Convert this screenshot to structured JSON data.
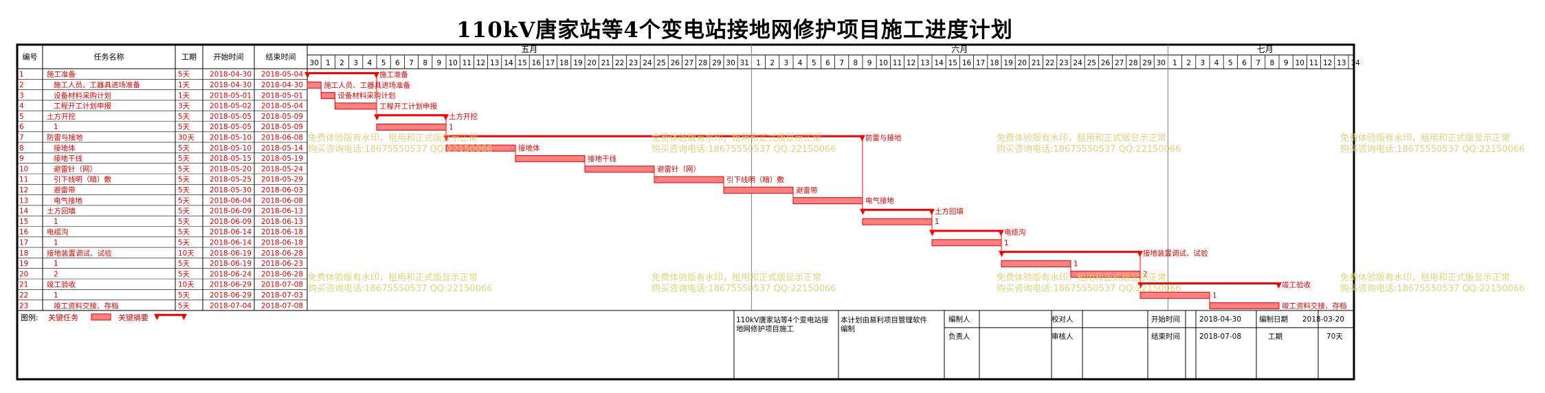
{
  "title": "110kV唐家站等4个变电站接地网修护项目施工进度计划",
  "headers": {
    "no": "编号",
    "name": "任务名称",
    "dur": "工期",
    "start": "开始时间",
    "end": "结束时间"
  },
  "months": [
    {
      "label": "五月",
      "days": [
        30,
        1,
        2,
        3,
        4,
        5,
        6,
        7,
        8,
        9,
        10,
        11,
        12,
        13,
        14,
        15,
        16,
        17,
        18,
        19,
        20,
        21,
        22,
        23,
        24,
        25,
        26,
        27,
        28,
        29,
        30,
        31
      ]
    },
    {
      "label": "六月",
      "days": [
        1,
        2,
        3,
        4,
        5,
        6,
        7,
        8,
        9,
        10,
        11,
        12,
        13,
        14,
        15,
        16,
        17,
        18,
        19,
        20,
        21,
        22,
        23,
        24,
        25,
        26,
        27,
        28,
        29,
        30
      ]
    },
    {
      "label": "七月",
      "days": [
        1,
        2,
        3,
        4,
        5,
        6,
        7,
        8,
        9,
        10,
        11,
        12,
        13,
        14
      ]
    }
  ],
  "tasks": [
    {
      "no": "1",
      "name": "施工准备",
      "dur": "5天",
      "start": "2018-04-30",
      "end": "2018-05-04",
      "s": 0,
      "d": 5,
      "summary": true,
      "indent": 0
    },
    {
      "no": "2",
      "name": "施工人员、工器具进场准备",
      "dur": "1天",
      "start": "2018-04-30",
      "end": "2018-04-30",
      "s": 0,
      "d": 1,
      "summary": false,
      "indent": 1
    },
    {
      "no": "3",
      "name": "设备材料采购计划",
      "dur": "1天",
      "start": "2018-05-01",
      "end": "2018-05-01",
      "s": 1,
      "d": 1,
      "summary": false,
      "indent": 1
    },
    {
      "no": "4",
      "name": "工程开工计划申报",
      "dur": "3天",
      "start": "2018-05-02",
      "end": "2018-05-04",
      "s": 2,
      "d": 3,
      "summary": false,
      "indent": 1
    },
    {
      "no": "5",
      "name": "土方开挖",
      "dur": "5天",
      "start": "2018-05-05",
      "end": "2018-05-09",
      "s": 5,
      "d": 5,
      "summary": true,
      "indent": 0
    },
    {
      "no": "6",
      "name": "1",
      "dur": "5天",
      "start": "2018-05-05",
      "end": "2018-05-09",
      "s": 5,
      "d": 5,
      "summary": false,
      "indent": 1
    },
    {
      "no": "7",
      "name": "防雷与接地",
      "dur": "30天",
      "start": "2018-05-10",
      "end": "2018-06-08",
      "s": 10,
      "d": 30,
      "summary": true,
      "indent": 0
    },
    {
      "no": "8",
      "name": "接地体",
      "dur": "5天",
      "start": "2018-05-10",
      "end": "2018-05-14",
      "s": 10,
      "d": 5,
      "summary": false,
      "indent": 1
    },
    {
      "no": "9",
      "name": "接地干线",
      "dur": "5天",
      "start": "2018-05-15",
      "end": "2018-05-19",
      "s": 15,
      "d": 5,
      "summary": false,
      "indent": 1
    },
    {
      "no": "10",
      "name": "避雷针（网）",
      "dur": "5天",
      "start": "2018-05-20",
      "end": "2018-05-24",
      "s": 20,
      "d": 5,
      "summary": false,
      "indent": 1
    },
    {
      "no": "11",
      "name": "引下线明（暗）敷",
      "dur": "5天",
      "start": "2018-05-25",
      "end": "2018-05-29",
      "s": 25,
      "d": 5,
      "summary": false,
      "indent": 1
    },
    {
      "no": "12",
      "name": "避雷带",
      "dur": "5天",
      "start": "2018-05-30",
      "end": "2018-06-03",
      "s": 30,
      "d": 5,
      "summary": false,
      "indent": 1
    },
    {
      "no": "13",
      "name": "电气接地",
      "dur": "5天",
      "start": "2018-06-04",
      "end": "2018-06-08",
      "s": 35,
      "d": 5,
      "summary": false,
      "indent": 1
    },
    {
      "no": "14",
      "name": "土方回填",
      "dur": "5天",
      "start": "2018-06-09",
      "end": "2018-06-13",
      "s": 40,
      "d": 5,
      "summary": true,
      "indent": 0
    },
    {
      "no": "15",
      "name": "1",
      "dur": "5天",
      "start": "2018-06-09",
      "end": "2018-06-13",
      "s": 40,
      "d": 5,
      "summary": false,
      "indent": 1
    },
    {
      "no": "16",
      "name": "电缆沟",
      "dur": "5天",
      "start": "2018-06-14",
      "end": "2018-06-18",
      "s": 45,
      "d": 5,
      "summary": true,
      "indent": 0
    },
    {
      "no": "17",
      "name": "1",
      "dur": "5天",
      "start": "2018-06-14",
      "end": "2018-06-18",
      "s": 45,
      "d": 5,
      "summary": false,
      "indent": 1
    },
    {
      "no": "18",
      "name": "接地装置调试、试验",
      "dur": "10天",
      "start": "2018-06-19",
      "end": "2018-06-28",
      "s": 50,
      "d": 10,
      "summary": true,
      "indent": 0
    },
    {
      "no": "19",
      "name": "1",
      "dur": "5天",
      "start": "2018-06-19",
      "end": "2018-06-23",
      "s": 50,
      "d": 5,
      "summary": false,
      "indent": 1
    },
    {
      "no": "20",
      "name": "2",
      "dur": "5天",
      "start": "2018-06-24",
      "end": "2018-06-28",
      "s": 55,
      "d": 5,
      "summary": false,
      "indent": 1
    },
    {
      "no": "21",
      "name": "竣工验收",
      "dur": "10天",
      "start": "2018-06-29",
      "end": "2018-07-08",
      "s": 60,
      "d": 10,
      "summary": true,
      "indent": 0
    },
    {
      "no": "22",
      "name": "1",
      "dur": "5天",
      "start": "2018-06-29",
      "end": "2018-07-03",
      "s": 60,
      "d": 5,
      "summary": false,
      "indent": 1
    },
    {
      "no": "23",
      "name": "竣工资料交接、存档",
      "dur": "5天",
      "start": "2018-07-04",
      "end": "2018-07-08",
      "s": 65,
      "d": 5,
      "summary": false,
      "indent": 1
    }
  ],
  "watermark": {
    "line1": "免费体验版有水印，租用和正式版显示正常",
    "line2": "购买咨询电话:18675550537 QQ:22150066"
  },
  "legend": {
    "label": "图例:",
    "key_task": "关键任务",
    "key_summary": "关键摘要"
  },
  "footer": {
    "project": "110kV唐家站等4个变电站接地网修护项目施工",
    "software": "本计划由易利项目管理软件编制",
    "compiler": "编制人",
    "checker": "校对人",
    "owner": "负责人",
    "reviewer": "审核人",
    "start_label": "开始时间",
    "start_value": "2018-04-30",
    "date_label": "编制日期",
    "date_value": "2018-03-20",
    "end_label": "结束时间",
    "end_value": "2018-07-08",
    "dur_label": "工期",
    "dur_value": "70天"
  },
  "colors": {
    "red": "#ff0000",
    "bar_fill": "#ff8080",
    "bar_stroke": "#e00000",
    "watermark": "#d8d070",
    "text_red": "#e00000"
  }
}
